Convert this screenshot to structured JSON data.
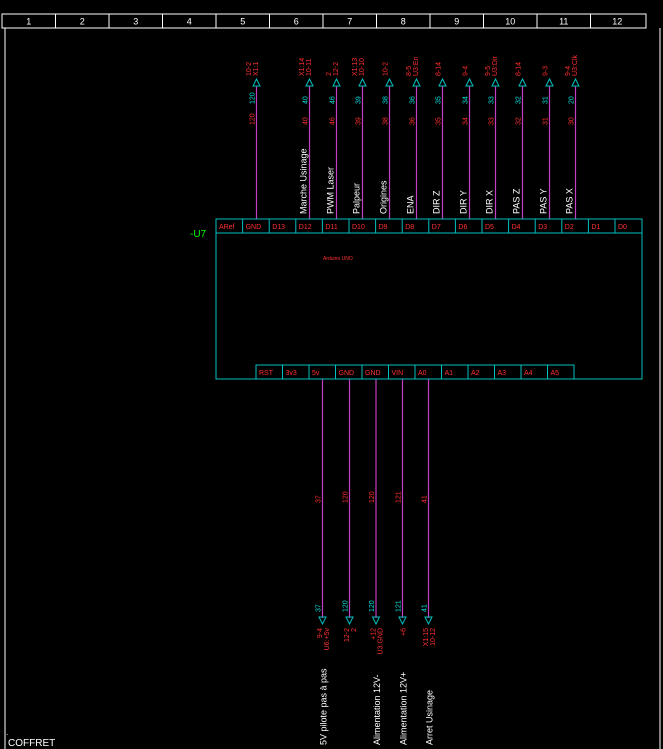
{
  "header": {
    "columns": [
      "1",
      "2",
      "3",
      "4",
      "5",
      "6",
      "7",
      "8",
      "9",
      "10",
      "11",
      "12"
    ]
  },
  "footer": {
    "label": "COFFRET"
  },
  "colors": {
    "grid": "#ffffff",
    "frame": "#00c0c0",
    "wire": "#c040c0",
    "pin_label": "#ff3030",
    "wire_number": "#00e0e0",
    "reference": "#00ff00",
    "signal_text": "#ffffff"
  },
  "component": {
    "reference": "-U7",
    "name": "Arduino UNO",
    "top_pins": [
      "ARef",
      "GND",
      "D13",
      "D12",
      "D11",
      "D10",
      "D9",
      "D8",
      "D7",
      "D6",
      "D5",
      "D4",
      "D3",
      "D2",
      "D1",
      "D0"
    ],
    "bottom_pins": [
      "RST",
      "3v3",
      "5v",
      "GND",
      "GND",
      "VIN",
      "A0",
      "A1",
      "A2",
      "A3",
      "A4",
      "A5"
    ]
  },
  "top_wires": [
    {
      "pin": "GND",
      "signal": "",
      "wire_top": "120",
      "wire_mid": "120",
      "dest": [
        "10-2",
        "X1:1"
      ]
    },
    {
      "pin": "D12",
      "signal": "Marche Usinage",
      "wire_top": "40",
      "wire_mid": "40",
      "dest": [
        "X1:14",
        "10-11"
      ]
    },
    {
      "pin": "D11",
      "signal": "PWM Laser",
      "wire_top": "46",
      "wire_mid": "46",
      "dest": [
        "2",
        "12-2"
      ]
    },
    {
      "pin": "D10",
      "signal": "Palpeur",
      "wire_top": "39",
      "wire_mid": "39",
      "dest": [
        "X1:13",
        "10-10"
      ]
    },
    {
      "pin": "D9",
      "signal": "Origines",
      "wire_top": "38",
      "wire_mid": "38",
      "dest": [
        "10-2"
      ]
    },
    {
      "pin": "D8",
      "signal": "ENA",
      "wire_top": "36",
      "wire_mid": "36",
      "dest": [
        "8-5",
        "U3:En"
      ]
    },
    {
      "pin": "D7",
      "signal": "DIR Z",
      "wire_top": "35",
      "wire_mid": "35",
      "dest": [
        "8-14"
      ]
    },
    {
      "pin": "D6",
      "signal": "DIR Y",
      "wire_top": "34",
      "wire_mid": "34",
      "dest": [
        "9-4"
      ]
    },
    {
      "pin": "D5",
      "signal": "DIR X",
      "wire_top": "33",
      "wire_mid": "33",
      "dest": [
        "9-5",
        "U3:Dir"
      ]
    },
    {
      "pin": "D4",
      "signal": "PAS Z",
      "wire_top": "32",
      "wire_mid": "32",
      "dest": [
        "8-14"
      ]
    },
    {
      "pin": "D3",
      "signal": "PAS Y",
      "wire_top": "31",
      "wire_mid": "31",
      "dest": [
        "9-3"
      ]
    },
    {
      "pin": "D2",
      "signal": "PAS X",
      "wire_top": "20",
      "wire_mid": "30",
      "dest": [
        "9-4",
        "U3:Clk"
      ]
    }
  ],
  "bottom_wires": [
    {
      "pin": "5v",
      "signal": "5V pilote pas à pas",
      "wire_mid": "37",
      "wire_bottom": "37",
      "dest": [
        "9-4",
        "U6:+5v"
      ]
    },
    {
      "pin": "GND",
      "signal": "",
      "wire_mid": "120",
      "wire_bottom": "120",
      "dest": [
        "12-2",
        "2"
      ]
    },
    {
      "pin": "GND",
      "signal": "Alimentation 12V-",
      "wire_mid": "120",
      "wire_bottom": "120",
      "dest": [
        "+12",
        "U3:GND"
      ]
    },
    {
      "pin": "VIN",
      "signal": "Alimentation 12V+",
      "wire_mid": "121",
      "wire_bottom": "121",
      "dest": [
        "+6"
      ]
    },
    {
      "pin": "A0",
      "signal": "Arret Usinage",
      "wire_mid": "41",
      "wire_bottom": "41",
      "dest": [
        "X1:15",
        "10-12"
      ]
    }
  ]
}
